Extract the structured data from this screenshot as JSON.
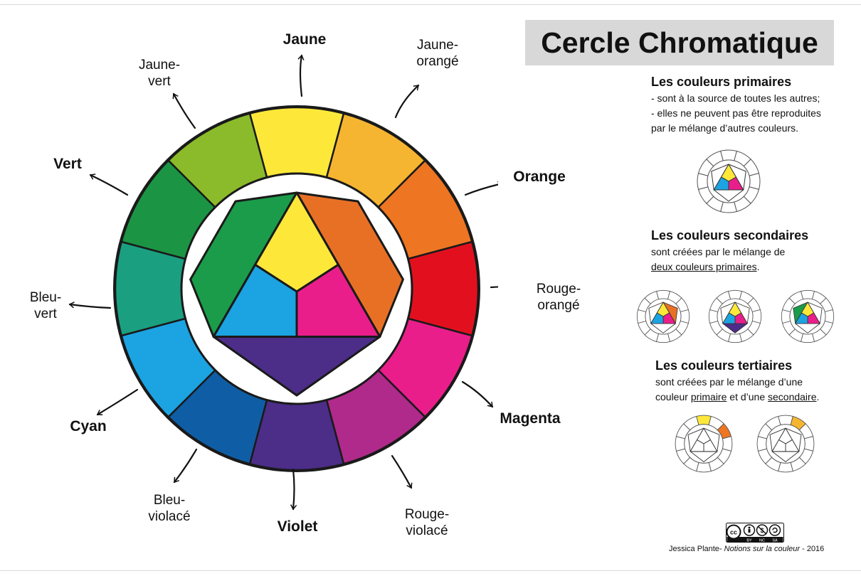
{
  "title": "Cercle Chromatique",
  "wheel": {
    "segments": [
      "#fde83a",
      "#f6b531",
      "#ee7522",
      "#e2101f",
      "#ea1e8a",
      "#b02a8b",
      "#4c2d88",
      "#0f5ea5",
      "#1ca3e2",
      "#1aa080",
      "#1b9544",
      "#8bbb2a"
    ],
    "labels": [
      {
        "text": "Jaune",
        "bold": true
      },
      {
        "text": "Jaune-\norangé",
        "bold": false
      },
      {
        "text": "Orange",
        "bold": true
      },
      {
        "text": "Rouge-\norangé",
        "bold": false
      },
      {
        "text": "Magenta",
        "bold": true
      },
      {
        "text": "Rouge-\nviolacé",
        "bold": false
      },
      {
        "text": "Violet",
        "bold": true
      },
      {
        "text": "Bleu-\nviolacé",
        "bold": false
      },
      {
        "text": "Cyan",
        "bold": true
      },
      {
        "text": "Bleu-\nvert",
        "bold": false
      },
      {
        "text": "Vert",
        "bold": true
      },
      {
        "text": "Jaune-\nvert",
        "bold": false
      }
    ],
    "center_colors": {
      "yellow": "#fde83a",
      "cyan": "#1ca3e2",
      "magenta": "#ea1e8a",
      "orange": "#e87025",
      "green": "#1b9c4a",
      "violet": "#4c2d88"
    }
  },
  "primaires": {
    "title": "Les couleurs primaires",
    "line1": "- sont à la source de toutes les autres;",
    "line2": "- elles ne peuvent pas être reproduites\n  par le mélange d’autres couleurs."
  },
  "secondaires": {
    "title": "Les couleurs secondaires",
    "line1": "sont créées par le mélange de",
    "line2_underlined": "deux couleurs primaires",
    "line2_end": "."
  },
  "tertiaires": {
    "title": "Les couleurs tertiaires",
    "line1": "sont créées par le mélange d’une",
    "line2_start": "couleur ",
    "primaire": "primaire",
    "line2_mid": " et d’une ",
    "secondaire": "secondaire",
    "line2_end": "."
  },
  "license": {
    "badge": "cc",
    "by": "BY",
    "nc": "NC",
    "sa": "SA"
  },
  "credit": {
    "author": "Jessica Plante- ",
    "work": "Notions sur la couleur",
    "year": " - 2016"
  }
}
